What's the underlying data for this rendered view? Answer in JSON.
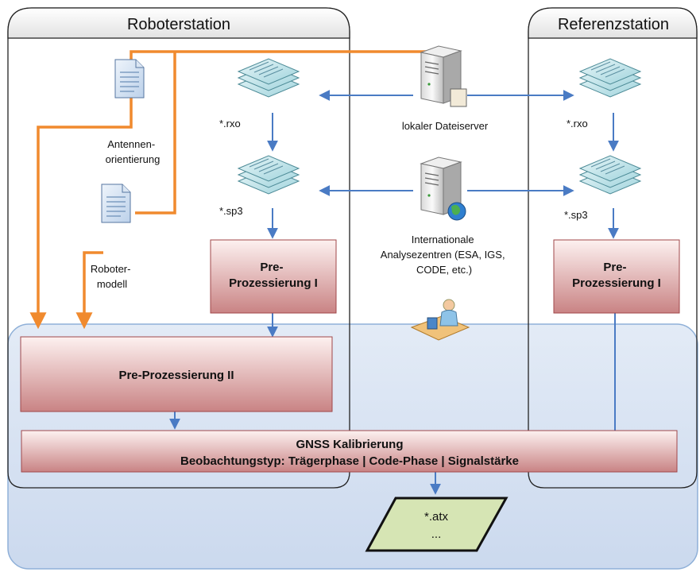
{
  "stations": {
    "robot": {
      "title": "Roboterstation"
    },
    "reference": {
      "title": "Referenzstation"
    }
  },
  "files": {
    "antenna": "Antennen-\norientierung",
    "robot_model": "Roboter-\nmodell",
    "rxo": "*.rxo",
    "sp3": "*.sp3"
  },
  "servers": {
    "local": "lokaler Dateiserver",
    "analysis": "Internationale\nAnalysezentren (ESA, IGS,\nCODE, etc.)"
  },
  "processes": {
    "pre1": "Pre-\nProzessierung I",
    "pre2": "Pre-Prozessierung II",
    "calib_title": "GNSS Kalibrierung",
    "calib_sub": "Beobachtungstyp: Trägerphase | Code-Phase | Signalstärke"
  },
  "output": {
    "line1": "*.atx",
    "line2": "..."
  },
  "colors": {
    "orange": "#f08a2e",
    "blue": "#4a7bc4",
    "process_top": "#fbe9e8",
    "process_bottom": "#c77f80",
    "process_border": "#a0474a",
    "region_fill": "#d9e4f2",
    "region_border": "#8fb0d8",
    "output_fill": "#d6e5b4"
  },
  "icons": [
    "document-icon",
    "document-stack-icon",
    "server-icon",
    "globe-server-icon",
    "workstation-user-icon"
  ]
}
